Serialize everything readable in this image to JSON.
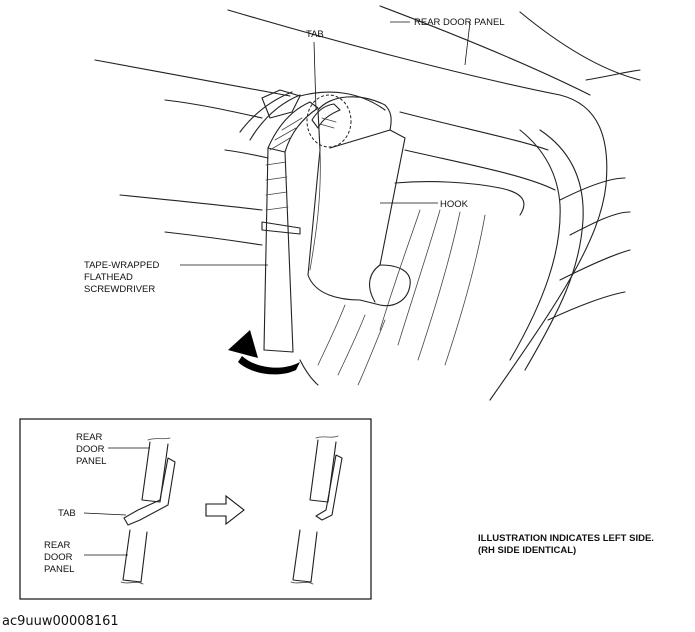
{
  "labels": {
    "rear_door_panel": "REAR DOOR PANEL",
    "tab": "TAB",
    "hook": "HOOK",
    "screwdriver": [
      "TAPE-WRAPPED",
      "FLATHEAD",
      "SCREWDRIVER"
    ],
    "detail_rear_door_panel_top": [
      "REAR",
      "DOOR",
      "PANEL"
    ],
    "detail_tab": "TAB",
    "detail_rear_door_panel_bottom": [
      "REAR",
      "DOOR",
      "PANEL"
    ],
    "note": [
      "ILLUSTRATION INDICATES LEFT SIDE.",
      "(RH SIDE IDENTICAL)"
    ],
    "image_code": "ac9uuw00008161"
  },
  "icons": {
    "direction_arrow": "right-arrow-outline-icon",
    "pry_arrow": "curved-pry-arrow-icon"
  },
  "colors": {
    "line": "#222222",
    "fill": "#ffffff",
    "arrow": "#000000"
  }
}
